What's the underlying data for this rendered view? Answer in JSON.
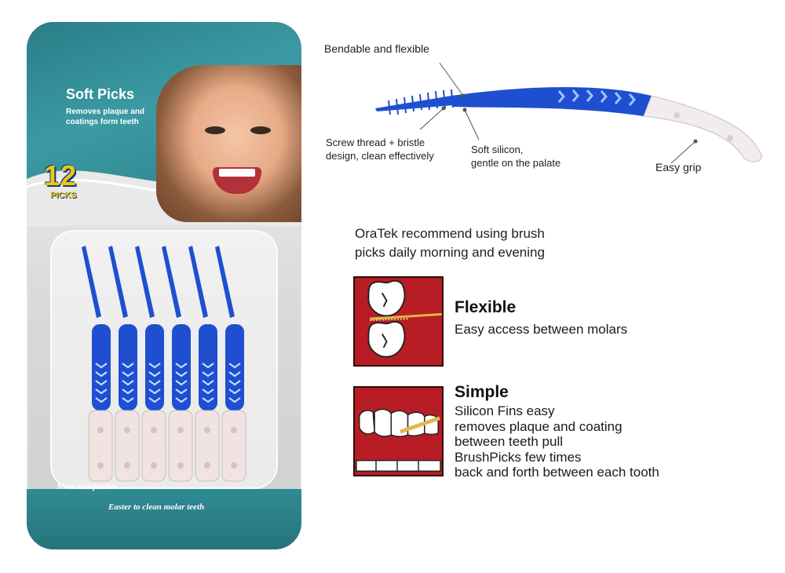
{
  "package": {
    "brand": "Soft Picks",
    "tagline": "Removes plaque and coatings form teeth",
    "count_number": "12",
    "count_unit": "PICKS",
    "bottom_line_1": "More comfotable",
    "bottom_line_2": "Easter to clean molar teeth",
    "colors": {
      "teal": "#2c7f88",
      "pick_blue": "#1f4fd1",
      "pick_handle": "#f1e3e1",
      "count_yellow": "#f1c40f"
    },
    "pick_count_shown": 6
  },
  "callouts": {
    "bendable": "Bendable and flexible",
    "screw_line1": "Screw thread + bristle",
    "screw_line2": "design, clean effectively",
    "soft_line1": "Soft silicon,",
    "soft_line2": "gentle on the palate",
    "grip": "Easy grip"
  },
  "intro": {
    "line1": "OraTek recommend using brush",
    "line2": "picks daily morning and evening"
  },
  "features": [
    {
      "title": "Flexible",
      "lines": [
        "Easy access between molars"
      ]
    },
    {
      "title": "Simple",
      "lines": [
        "Silicon Fins easy",
        "removes plaque and coating",
        "between teeth pull",
        "BrushPicks few times",
        "back and forth between each tooth"
      ]
    }
  ]
}
